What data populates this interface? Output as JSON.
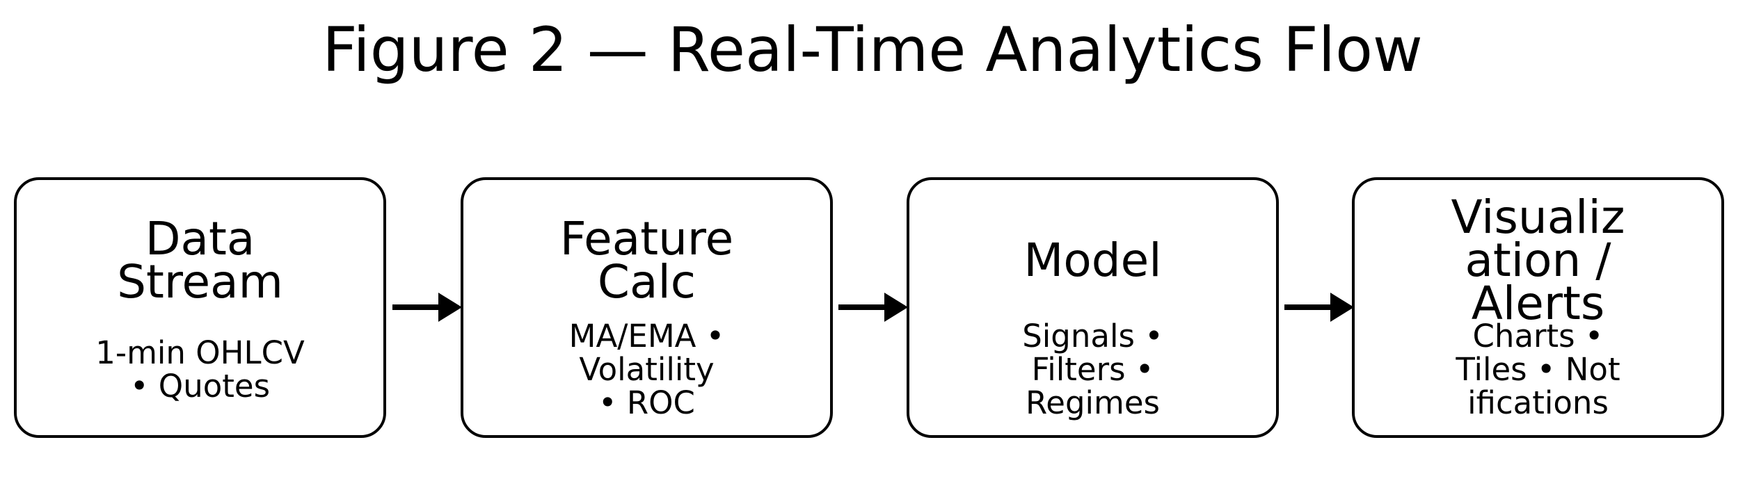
{
  "figure": {
    "title": "Figure 2 — Real-Time Analytics Flow"
  },
  "colors": {
    "foreground": "#000000",
    "background": "#ffffff"
  },
  "nodes": [
    {
      "id": "data-stream",
      "title_lines": [
        "Data",
        "Stream"
      ],
      "subtitle_lines": [
        "1-min OHLCV",
        "• Quotes"
      ]
    },
    {
      "id": "feature-calc",
      "title_lines": [
        "Feature",
        "Calc"
      ],
      "subtitle_lines": [
        "MA/EMA •",
        "Volatility",
        "• ROC"
      ]
    },
    {
      "id": "model",
      "title_lines": [
        "Model"
      ],
      "subtitle_lines": [
        "Signals •",
        "Filters •",
        "Regimes"
      ]
    },
    {
      "id": "visualization-alerts",
      "title_lines": [
        "Visualiz",
        "ation /",
        "Alerts"
      ],
      "subtitle_lines": [
        "Charts •",
        "Tiles • Not",
        "ifications"
      ]
    }
  ]
}
